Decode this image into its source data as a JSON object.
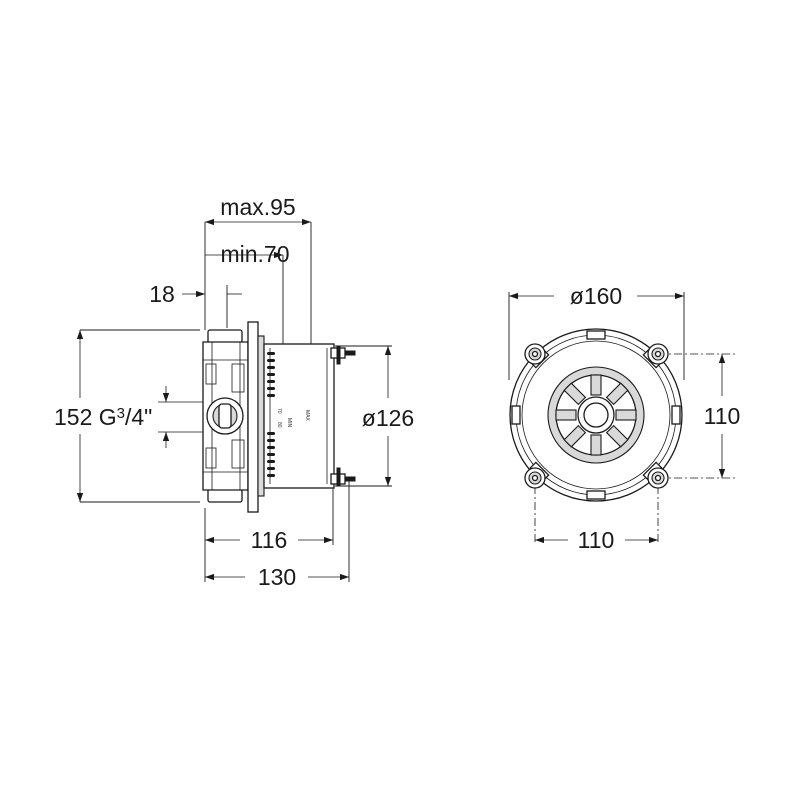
{
  "dimensions": {
    "max_depth": "max.95",
    "min_depth": "min.70",
    "offset": "18",
    "height_prefix": "152 G",
    "thread_num": "3",
    "thread_den": "/4\"",
    "body_diameter": "ø126",
    "body_length": "116",
    "overall_length": "130",
    "flange_diameter": "ø160",
    "hole_spacing_v": "110",
    "hole_spacing_h": "110"
  },
  "side_labels": {
    "mark_max": "MAX",
    "mark_min": "MIN",
    "mark_70": "70",
    "mark_80": "80"
  },
  "colors": {
    "line": "#1a1a1a",
    "fill_grey": "#d9d9d9",
    "background": "#ffffff"
  }
}
